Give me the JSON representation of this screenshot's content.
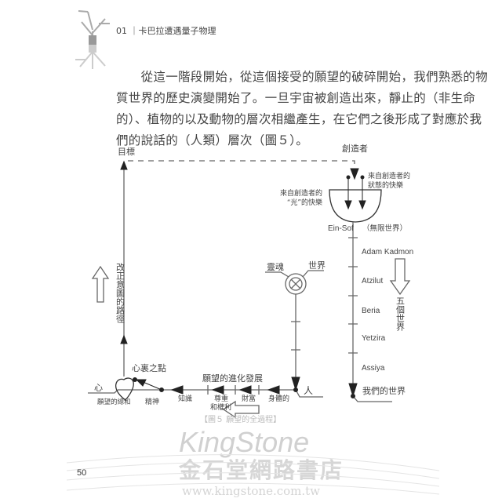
{
  "header": {
    "chapter": "01 ｜卡巴拉遭遇量子物理"
  },
  "body": {
    "lines": [
      "　　從這一階段開始，從這個接受的願望的破碎開始，我們熟悉的物",
      "質世界的歷史演變開始了。一旦宇宙被創造出來，靜止的（非生命",
      "的）、植物的以及動物的層次相繼產生，在它們之後形成了對應於我",
      "們的說話的（人類）層次（圖５）。"
    ]
  },
  "diagram": {
    "goal": "目標",
    "creator": "創造者",
    "pleasure_state": [
      "來自創造者的",
      "狀態的快樂"
    ],
    "pleasure_light": [
      "來自創造者的",
      "“光”的快樂"
    ],
    "ein_sof": "Ein-Sof",
    "ein_sof_cn": "（無限世界）",
    "worlds": [
      "Adam Kadmon",
      "Atzilut",
      "Beria",
      "Yetzira",
      "Assiya"
    ],
    "five_worlds": "五個世界",
    "our_world": "我們的世界",
    "soul": "靈魂",
    "world": "世界",
    "human": "人",
    "correction_path": "改正意圖的路徑",
    "point_in_heart": "心裏之點",
    "heart": "心",
    "sum_of_desires": "願望的總和",
    "evolution": "願望的進化發展",
    "stages": [
      "身體的",
      "財富",
      "尊重",
      "和權利",
      "知識",
      "精神"
    ]
  },
  "caption": "【圖５ 願望的全過程】",
  "page_number": "50",
  "watermark": {
    "brand": "KingStone",
    "store": "金石堂網路書店",
    "url": "www.kingstone.com.tw"
  }
}
